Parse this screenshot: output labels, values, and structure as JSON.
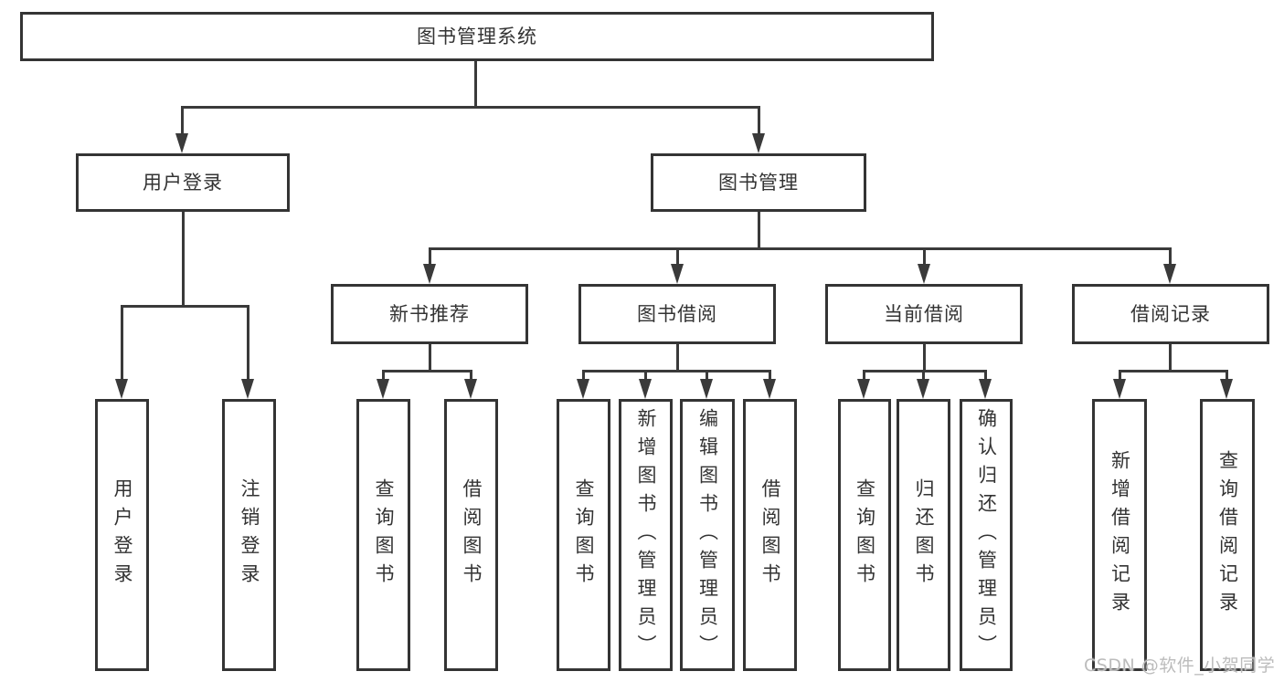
{
  "root": {
    "label": "图书管理系统"
  },
  "branches": [
    {
      "label": "用户登录",
      "children": [
        {
          "label": "用户登录"
        },
        {
          "label": "注销登录"
        }
      ]
    },
    {
      "label": "图书管理",
      "groups": [
        {
          "label": "新书推荐",
          "children": [
            {
              "label": "查询图书"
            },
            {
              "label": "借阅图书"
            }
          ]
        },
        {
          "label": "图书借阅",
          "children": [
            {
              "label": "查询图书"
            },
            {
              "label": "新增图书（管理员）"
            },
            {
              "label": "编辑图书（管理员）"
            },
            {
              "label": "借阅图书"
            }
          ]
        },
        {
          "label": "当前借阅",
          "children": [
            {
              "label": "查询图书"
            },
            {
              "label": "归还图书"
            },
            {
              "label": "确认归还（管理员）"
            }
          ]
        },
        {
          "label": "借阅记录",
          "children": [
            {
              "label": "新增借阅记录"
            },
            {
              "label": "查询借阅记录"
            }
          ]
        }
      ]
    }
  ],
  "watermark": "CSDN @软件_小贺同学",
  "colors": {
    "line": "#3a3a3a",
    "border": "#343434",
    "text": "#333333",
    "background": "#ffffff",
    "watermark": "#bcbcbc"
  }
}
